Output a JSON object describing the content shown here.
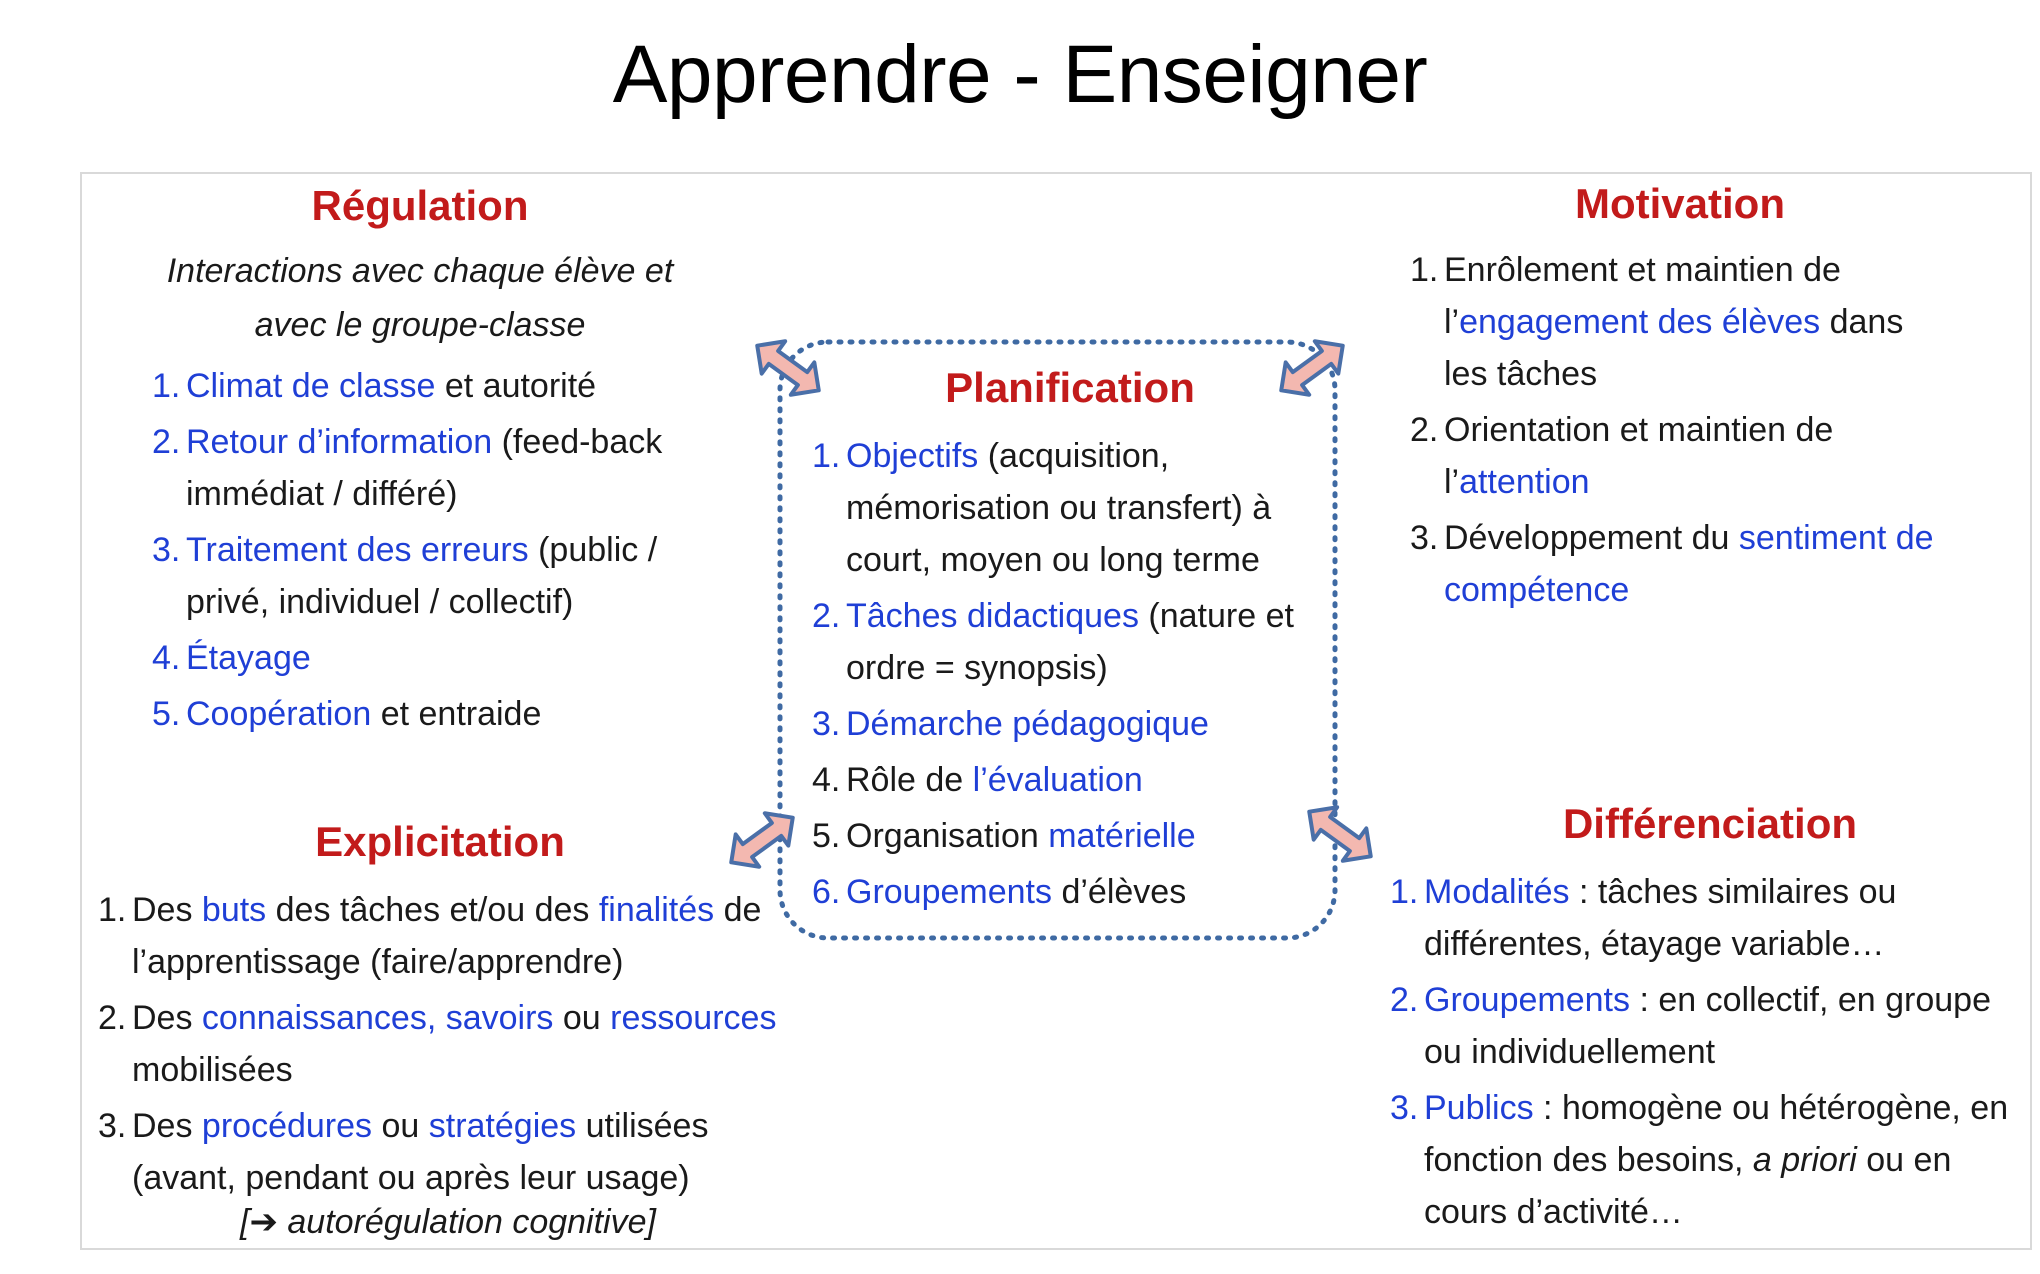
{
  "title": "Apprendre - Enseigner",
  "colors": {
    "heading": "#c21b1b",
    "keyword": "#1f3fd6",
    "text": "#1a1a1a",
    "arrow_fill": "#f3b8b0",
    "arrow_stroke": "#4a6fa8",
    "dotted_border": "#3f6aa3"
  },
  "regulation": {
    "heading": "Régulation",
    "subtitle_line1": "Interactions avec chaque élève et",
    "subtitle_line2": "avec le groupe-classe",
    "items": [
      {
        "num": "1.",
        "parts": [
          {
            "t": "Climat de classe",
            "c": "blue"
          },
          {
            "t": " et autorité",
            "c": "dark"
          }
        ]
      },
      {
        "num": "2.",
        "parts": [
          {
            "t": "Retour d’information",
            "c": "blue"
          },
          {
            "t": " (feed-back immédiat / différé)",
            "c": "dark"
          }
        ]
      },
      {
        "num": "3.",
        "parts": [
          {
            "t": "Traitement des erreurs",
            "c": "blue"
          },
          {
            "t": " (public / privé, individuel / collectif)",
            "c": "dark"
          }
        ]
      },
      {
        "num": "4.",
        "parts": [
          {
            "t": "Étayage",
            "c": "blue"
          }
        ]
      },
      {
        "num": "5.",
        "parts": [
          {
            "t": "Coopération",
            "c": "blue"
          },
          {
            "t": " et entraide",
            "c": "dark"
          }
        ]
      }
    ]
  },
  "explicitation": {
    "heading": "Explicitation",
    "items": [
      {
        "num": "1.",
        "parts": [
          {
            "t": "Des ",
            "c": "dark"
          },
          {
            "t": "buts",
            "c": "blue"
          },
          {
            "t": " des tâches et/ou des ",
            "c": "dark"
          },
          {
            "t": "finalités",
            "c": "blue"
          },
          {
            "t": " de l’apprentissage (faire/apprendre)",
            "c": "dark"
          }
        ]
      },
      {
        "num": "2.",
        "parts": [
          {
            "t": "Des ",
            "c": "dark"
          },
          {
            "t": "connaissances, savoirs",
            "c": "blue"
          },
          {
            "t": " ou ",
            "c": "dark"
          },
          {
            "t": "ressources",
            "c": "blue"
          },
          {
            "t": " mobilisées",
            "c": "dark"
          }
        ]
      },
      {
        "num": "3.",
        "parts": [
          {
            "t": "Des ",
            "c": "dark"
          },
          {
            "t": "procédures",
            "c": "blue"
          },
          {
            "t": " ou ",
            "c": "dark"
          },
          {
            "t": "stratégies",
            "c": "blue"
          },
          {
            "t": " utilisées (avant, pendant ou après leur usage)",
            "c": "dark"
          }
        ]
      }
    ],
    "footnote": "[➔ autorégulation cognitive]"
  },
  "planification": {
    "heading": "Planification",
    "items": [
      {
        "num": "1.",
        "parts": [
          {
            "t": "Objectifs",
            "c": "blue"
          },
          {
            "t": " (acquisition, mémorisation ou transfert) à court, moyen ou long terme",
            "c": "dark"
          }
        ]
      },
      {
        "num": "2.",
        "parts": [
          {
            "t": "Tâches didactiques",
            "c": "blue"
          },
          {
            "t": " (nature et ordre = synopsis)",
            "c": "dark"
          }
        ]
      },
      {
        "num": "3.",
        "parts": [
          {
            "t": "Démarche pédagogique",
            "c": "blue"
          }
        ]
      },
      {
        "num": "4.",
        "parts": [
          {
            "t": "Rôle de ",
            "c": "dark"
          },
          {
            "t": "l’évaluation",
            "c": "blue"
          }
        ]
      },
      {
        "num": "5.",
        "parts": [
          {
            "t": "Organisation ",
            "c": "dark"
          },
          {
            "t": "matérielle",
            "c": "blue"
          }
        ]
      },
      {
        "num": "6.",
        "parts": [
          {
            "t": "Groupements",
            "c": "blue"
          },
          {
            "t": " d’élèves",
            "c": "dark"
          }
        ]
      }
    ]
  },
  "motivation": {
    "heading": "Motivation",
    "items": [
      {
        "num": "1.",
        "parts": [
          {
            "t": "Enrôlement et maintien de l’",
            "c": "dark"
          },
          {
            "t": "engagement des élèves",
            "c": "blue"
          },
          {
            "t": " dans les tâches",
            "c": "dark"
          }
        ]
      },
      {
        "num": "2.",
        "parts": [
          {
            "t": "Orientation et maintien de l’",
            "c": "dark"
          },
          {
            "t": "attention",
            "c": "blue"
          }
        ]
      },
      {
        "num": "3.",
        "parts": [
          {
            "t": "Développement du ",
            "c": "dark"
          },
          {
            "t": "sentiment de compétence",
            "c": "blue"
          }
        ]
      }
    ]
  },
  "differenciation": {
    "heading": "Différenciation",
    "items": [
      {
        "num": "1.",
        "parts": [
          {
            "t": "Modalités",
            "c": "blue"
          },
          {
            "t": " : tâches similaires ou différentes, étayage variable…",
            "c": "dark"
          }
        ]
      },
      {
        "num": "2.",
        "parts": [
          {
            "t": "Groupements",
            "c": "blue"
          },
          {
            "t": " : en collectif, en groupe ou individuellement",
            "c": "dark"
          }
        ]
      },
      {
        "num": "3.",
        "parts": [
          {
            "t": "Publics",
            "c": "blue"
          },
          {
            "t": " : homogène ou hétérogène, en fonction des besoins, ",
            "c": "dark"
          },
          {
            "t": "a priori",
            "c": "dark-italic"
          },
          {
            "t": " ou en cours d’activité…",
            "c": "dark"
          }
        ]
      }
    ]
  }
}
